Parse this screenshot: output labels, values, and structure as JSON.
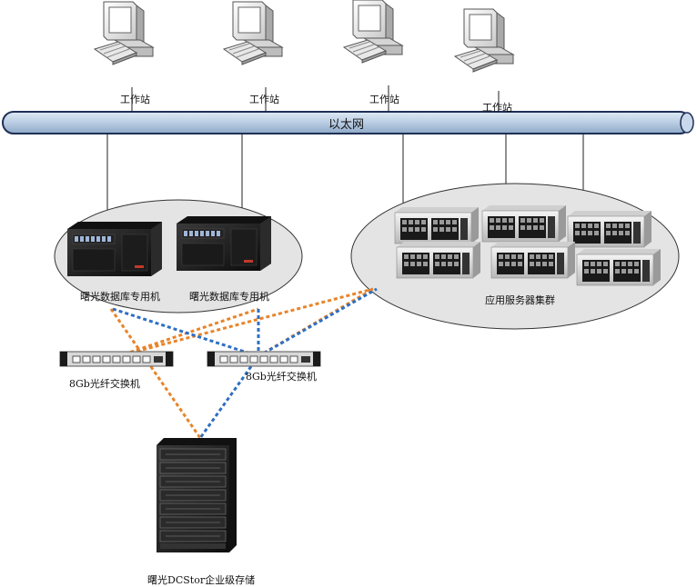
{
  "bus": {
    "label": "以太网"
  },
  "workstations": [
    {
      "label": "工作站"
    },
    {
      "label": "工作站"
    },
    {
      "label": "工作站"
    },
    {
      "label": "工作站"
    }
  ],
  "db_servers": [
    {
      "label": "曙光数据库专用机"
    },
    {
      "label": "曙光数据库专用机"
    }
  ],
  "app_cluster": {
    "label": "应用服务器集群"
  },
  "switches": [
    {
      "label": "8Gb光纤交换机"
    },
    {
      "label": "8Gb光纤交换机"
    }
  ],
  "storage": {
    "label": "曙光DCStor企业级存储"
  },
  "colors": {
    "bus_fill": "#b9cde3",
    "orange_link": "#e8842a",
    "blue_link": "#2e6fc4",
    "ellipse_fill": "#e4e4e4"
  }
}
